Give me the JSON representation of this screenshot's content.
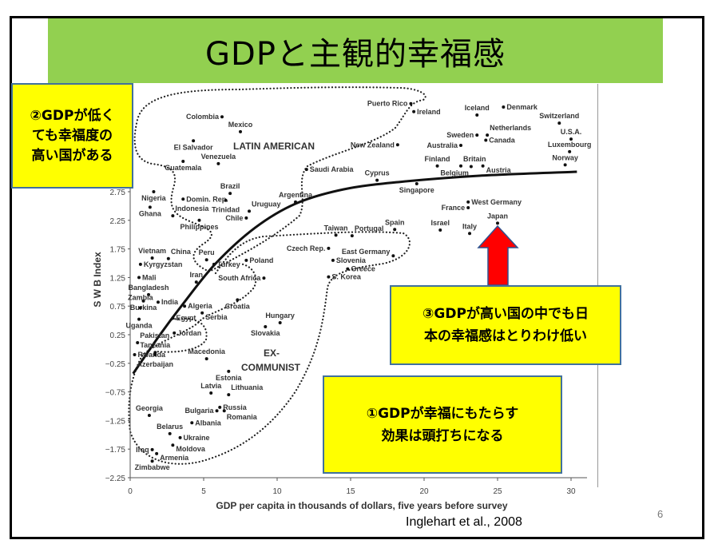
{
  "slide": {
    "title": "GDPと主観的幸福感",
    "notes": [
      "②GDPが低く\nても幸福度の\n高い国がある",
      "③GDPが高い国の中でも日\n本の幸福感はとりわけ低い",
      "①GDPが幸福にもたらす\n効果は頭打ちになる"
    ],
    "citation": "Inglehart et al., 2008",
    "page_number": "6",
    "colors": {
      "title_bar": "#92d050",
      "note_bg": "#ffff00",
      "note_border": "#41719c",
      "arrow": "#ff0000"
    }
  },
  "chart_data": {
    "type": "scatter",
    "xlabel": "GDP per capita in thousands of dollars, five years before survey",
    "ylabel": "S W B Index",
    "xlim": [
      0,
      31
    ],
    "ylim": [
      -2.25,
      4.3
    ],
    "xticks": [
      "0",
      "5",
      "10",
      "15",
      "20",
      "25",
      "30"
    ],
    "yticks": [
      "2.75",
      "2.25",
      "1.75",
      "1.25",
      "0.75",
      "0.25",
      "−0.25",
      "−0.75",
      "−1.25",
      "−1.75",
      "−2.25"
    ],
    "region_labels": [
      "LATIN AMERICAN",
      "EX-",
      "COMMUNIST"
    ],
    "trend_curve": [
      [
        0.2,
        -0.43
      ],
      [
        2.0,
        0.24
      ],
      [
        3.6,
        0.79
      ],
      [
        5.8,
        1.49
      ],
      [
        8.5,
        2.12
      ],
      [
        11.25,
        2.54
      ],
      [
        14.5,
        2.79
      ],
      [
        18.3,
        2.92
      ],
      [
        23.75,
        3.03
      ],
      [
        30.4,
        3.1
      ]
    ],
    "points": [
      {
        "label": "Colombia",
        "x": 6.25,
        "y": 4.06,
        "pos": "left"
      },
      {
        "label": "Mexico",
        "x": 7.5,
        "y": 3.8,
        "pos": "above"
      },
      {
        "label": "El Salvador",
        "x": 4.3,
        "y": 3.64,
        "pos": "below"
      },
      {
        "label": "Guatemala",
        "x": 3.6,
        "y": 3.28,
        "pos": "above"
      },
      {
        "label": "Venezuela",
        "x": 6.0,
        "y": 3.24,
        "pos": "above"
      },
      {
        "label": "Domin. Rep.",
        "x": 3.6,
        "y": 2.62,
        "pos": "right"
      },
      {
        "label": "Brazil",
        "x": 6.8,
        "y": 2.72,
        "pos": "above"
      },
      {
        "label": "Trinidad",
        "x": 6.5,
        "y": 2.6,
        "pos": "below"
      },
      {
        "label": "Argentina",
        "x": 11.25,
        "y": 2.57,
        "pos": "above"
      },
      {
        "label": "Uruguay",
        "x": 8.1,
        "y": 2.41,
        "pos": "above"
      },
      {
        "label": "Chile",
        "x": 7.9,
        "y": 2.29,
        "pos": "left"
      },
      {
        "label": "Nigeria",
        "x": 1.6,
        "y": 2.75,
        "pos": "below"
      },
      {
        "label": "Ghana",
        "x": 1.35,
        "y": 2.48,
        "pos": "below"
      },
      {
        "label": "Indonesia",
        "x": 2.9,
        "y": 2.33,
        "pos": "left"
      },
      {
        "label": "Philippines",
        "x": 4.7,
        "y": 2.25,
        "pos": "below"
      },
      {
        "label": "Vietnam",
        "x": 1.5,
        "y": 1.59,
        "pos": "above"
      },
      {
        "label": "China",
        "x": 2.6,
        "y": 1.58,
        "pos": "above"
      },
      {
        "label": "Kyrgyzstan",
        "x": 0.7,
        "y": 1.48,
        "pos": "right"
      },
      {
        "label": "Peru",
        "x": 5.2,
        "y": 1.56,
        "pos": "above"
      },
      {
        "label": "Iran",
        "x": 4.5,
        "y": 1.17,
        "pos": "above"
      },
      {
        "label": "Turkey",
        "x": 5.7,
        "y": 1.48,
        "pos": "right"
      },
      {
        "label": "Mali",
        "x": 0.6,
        "y": 1.25,
        "pos": "right"
      },
      {
        "label": "Bangladesh",
        "x": 1.25,
        "y": 0.95,
        "pos": "above"
      },
      {
        "label": "Burkina",
        "x": 0.9,
        "y": 0.84,
        "pos": "above"
      },
      {
        "label": "India",
        "x": 1.9,
        "y": 0.82,
        "pos": "right"
      },
      {
        "label": "Algeria",
        "x": 3.7,
        "y": 0.75,
        "pos": "right"
      },
      {
        "label": "Serbia",
        "x": 4.9,
        "y": 0.63,
        "pos": "right"
      },
      {
        "label": "Zambia",
        "x": 0.7,
        "y": 0.72,
        "pos": "right"
      },
      {
        "label": "Uganda",
        "x": 0.6,
        "y": 0.52,
        "pos": "below"
      },
      {
        "label": "Egypt",
        "x": 2.9,
        "y": 0.54,
        "pos": "right"
      },
      {
        "label": "Jordan",
        "x": 3.0,
        "y": 0.28,
        "pos": "right"
      },
      {
        "label": "Pakistan",
        "x": 0.5,
        "y": 0.11,
        "pos": "above"
      },
      {
        "label": "Rwanda",
        "x": 0.3,
        "y": -0.1,
        "pos": "right"
      },
      {
        "label": "Tanzania",
        "x": 1.7,
        "y": -0.06,
        "pos": "right"
      },
      {
        "label": "Azerbaijan",
        "x": 1.7,
        "y": -0.1,
        "pos": "below"
      },
      {
        "label": "Macedonia",
        "x": 5.2,
        "y": -0.17,
        "pos": "above"
      },
      {
        "label": "Poland",
        "x": 7.9,
        "y": 1.55,
        "pos": "right"
      },
      {
        "label": "South Africa",
        "x": 9.1,
        "y": 1.24,
        "pos": "left"
      },
      {
        "label": "Croatia",
        "x": 7.3,
        "y": 0.86,
        "pos": "below"
      },
      {
        "label": "Hungary",
        "x": 10.2,
        "y": 0.46,
        "pos": "above"
      },
      {
        "label": "Slovakia",
        "x": 9.2,
        "y": 0.39,
        "pos": "below"
      },
      {
        "label": "Estonia",
        "x": 6.7,
        "y": -0.39,
        "pos": "below"
      },
      {
        "label": "Latvia",
        "x": 5.5,
        "y": -0.77,
        "pos": "above"
      },
      {
        "label": "Lithuania",
        "x": 6.7,
        "y": -0.8,
        "pos": "above"
      },
      {
        "label": "Russia",
        "x": 6.1,
        "y": -1.02,
        "pos": "right"
      },
      {
        "label": "Bulgaria",
        "x": 5.9,
        "y": -1.08,
        "pos": "left"
      },
      {
        "label": "Romania",
        "x": 6.4,
        "y": -1.08,
        "pos": "below"
      },
      {
        "label": "Georgia",
        "x": 1.3,
        "y": -1.16,
        "pos": "above"
      },
      {
        "label": "Albania",
        "x": 4.2,
        "y": -1.29,
        "pos": "right"
      },
      {
        "label": "Belarus",
        "x": 2.7,
        "y": -1.48,
        "pos": "above"
      },
      {
        "label": "Ukraine",
        "x": 3.4,
        "y": -1.55,
        "pos": "right"
      },
      {
        "label": "Moldova",
        "x": 2.9,
        "y": -1.68,
        "pos": "right"
      },
      {
        "label": "Iraq",
        "x": 1.5,
        "y": -1.76,
        "pos": "left"
      },
      {
        "label": "Armenia",
        "x": 1.8,
        "y": -1.83,
        "pos": "right"
      },
      {
        "label": "Zimbabwe",
        "x": 1.5,
        "y": -1.96,
        "pos": "below"
      },
      {
        "label": "Czech Rep.",
        "x": 13.5,
        "y": 1.76,
        "pos": "left"
      },
      {
        "label": "Slovenia",
        "x": 13.8,
        "y": 1.55,
        "pos": "right"
      },
      {
        "label": "Greece",
        "x": 14.8,
        "y": 1.4,
        "pos": "right"
      },
      {
        "label": "S. Korea",
        "x": 13.5,
        "y": 1.26,
        "pos": "right"
      },
      {
        "label": "East Germany",
        "x": 17.9,
        "y": 1.63,
        "pos": "left"
      },
      {
        "label": "Taiwan",
        "x": 14.0,
        "y": 1.99,
        "pos": "above"
      },
      {
        "label": "Portugal",
        "x": 15.1,
        "y": 1.98,
        "pos": "above"
      },
      {
        "label": "Spain",
        "x": 18.0,
        "y": 2.09,
        "pos": "above"
      },
      {
        "label": "Saudi Arabia",
        "x": 12.0,
        "y": 3.14,
        "pos": "right"
      },
      {
        "label": "Cyprus",
        "x": 16.8,
        "y": 2.95,
        "pos": "above"
      },
      {
        "label": "New Zealand",
        "x": 18.2,
        "y": 3.57,
        "pos": "left"
      },
      {
        "label": "Singapore",
        "x": 19.5,
        "y": 2.89,
        "pos": "below"
      },
      {
        "label": "Puerto Rico",
        "x": 19.1,
        "y": 4.29,
        "pos": "left"
      },
      {
        "label": "Ireland",
        "x": 19.3,
        "y": 4.15,
        "pos": "right"
      },
      {
        "label": "Iceland",
        "x": 23.6,
        "y": 4.09,
        "pos": "above"
      },
      {
        "label": "Denmark",
        "x": 25.4,
        "y": 4.23,
        "pos": "right"
      },
      {
        "label": "Sweden",
        "x": 23.6,
        "y": 3.74,
        "pos": "left"
      },
      {
        "label": "Netherlands",
        "x": 24.3,
        "y": 3.74,
        "pos": "above"
      },
      {
        "label": "Australia",
        "x": 22.5,
        "y": 3.56,
        "pos": "left"
      },
      {
        "label": "Canada",
        "x": 24.2,
        "y": 3.65,
        "pos": "right"
      },
      {
        "label": "Finland",
        "x": 20.9,
        "y": 3.2,
        "pos": "above"
      },
      {
        "label": "Britain",
        "x": 22.5,
        "y": 3.2,
        "pos": "above"
      },
      {
        "label": "Austria",
        "x": 24.0,
        "y": 3.2,
        "pos": "right"
      },
      {
        "label": "Belgium",
        "x": 23.2,
        "y": 3.19,
        "pos": "below"
      },
      {
        "label": "Switzerland",
        "x": 29.2,
        "y": 3.95,
        "pos": "above"
      },
      {
        "label": "U.S.A.",
        "x": 30.0,
        "y": 3.67,
        "pos": "above"
      },
      {
        "label": "Luxembourg",
        "x": 29.9,
        "y": 3.45,
        "pos": "above"
      },
      {
        "label": "Norway",
        "x": 29.6,
        "y": 3.22,
        "pos": "above"
      },
      {
        "label": "West Germany",
        "x": 23.0,
        "y": 2.57,
        "pos": "right"
      },
      {
        "label": "France",
        "x": 23.0,
        "y": 2.47,
        "pos": "left"
      },
      {
        "label": "Japan",
        "x": 25.0,
        "y": 2.2,
        "pos": "above"
      },
      {
        "label": "Israel",
        "x": 21.1,
        "y": 2.08,
        "pos": "above"
      },
      {
        "label": "Italy",
        "x": 23.1,
        "y": 2.02,
        "pos": "above"
      }
    ]
  }
}
